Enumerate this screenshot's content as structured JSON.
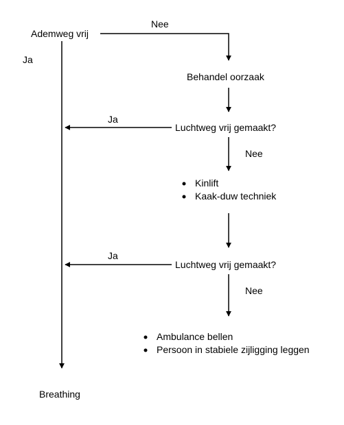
{
  "diagram": {
    "start_node": "Ademweg vrij",
    "treat_cause": "Behandel oorzaak",
    "check_1": "Luchtweg vrij gemaakt?",
    "check_2": "Luchtweg vrij gemaakt?",
    "end_node": "Breathing",
    "edge_yes_main": "Ja",
    "edge_no_top": "Nee",
    "edge_yes_1": "Ja",
    "edge_no_1": "Nee",
    "edge_yes_2": "Ja",
    "edge_no_2": "Nee",
    "actions_1": [
      "Kinlift",
      "Kaak-duw techniek"
    ],
    "actions_2": [
      "Ambulance bellen",
      "Persoon in stabiele zijligging leggen"
    ]
  }
}
